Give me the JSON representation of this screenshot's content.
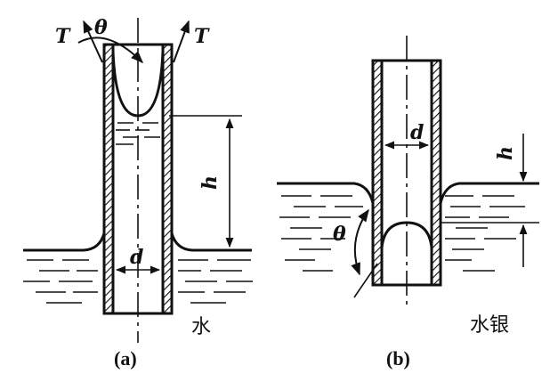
{
  "panel_a": {
    "tension_left": "T",
    "angle": "θ",
    "tension_right": "T",
    "height": "h",
    "diameter": "d",
    "liquid": "水",
    "caption": "(a)"
  },
  "panel_b": {
    "diameter": "d",
    "height": "h",
    "angle": "θ",
    "liquid": "水银",
    "caption": "(b)"
  },
  "colors": {
    "ink": "#111111",
    "background": "#ffffff"
  }
}
